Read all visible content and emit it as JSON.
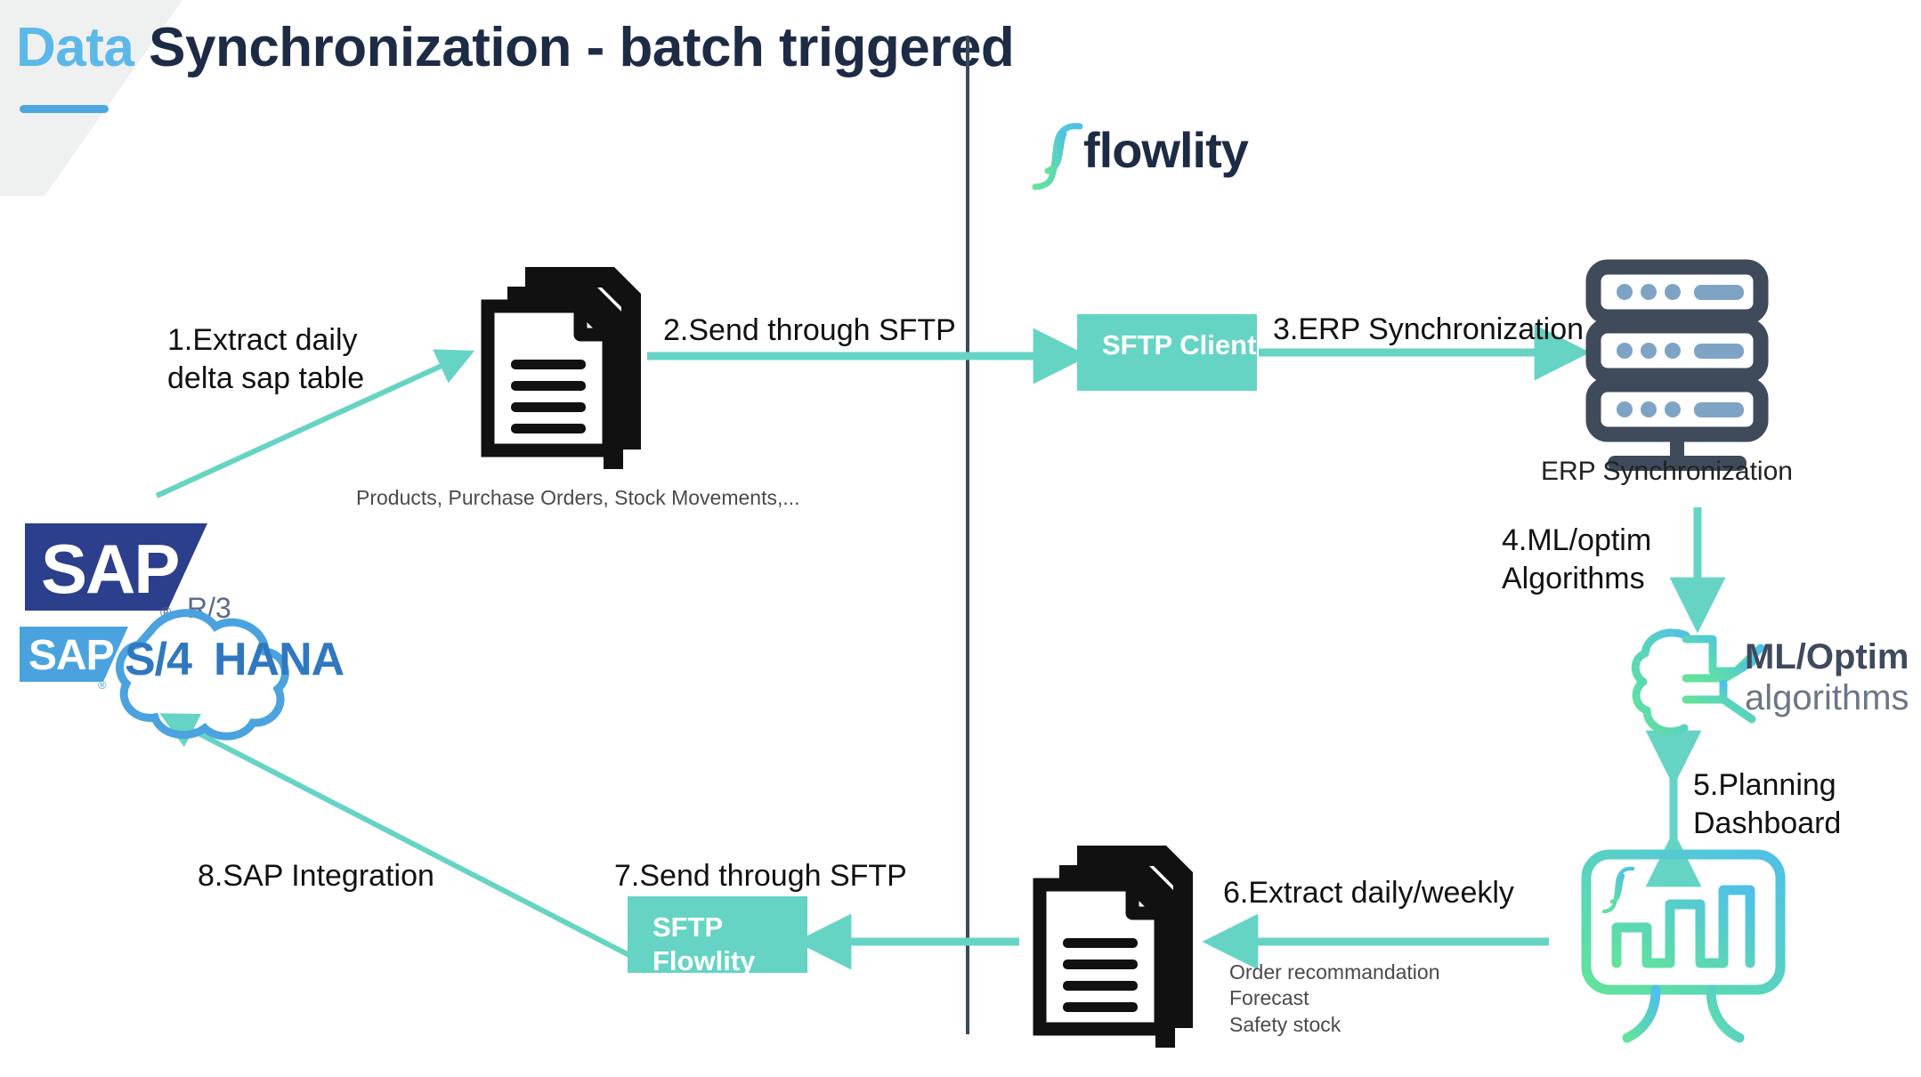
{
  "slide": {
    "title_accent": "Data",
    "title_rest": " Synchronization - batch triggered",
    "brand_logo_word": "flowlity"
  },
  "colors": {
    "accent_blue": "#5cb8e8",
    "title_navy": "#1d2b45",
    "teal": "#66d4c4",
    "divider": "#3c4a5e",
    "server_gray": "#3f4a5a",
    "server_blue": "#7fa3c4",
    "sap_dark_blue": "#2b3f8c",
    "sap_light_blue": "#4aa3de",
    "gradient_green": "#62e39a",
    "gradient_blue": "#4fc0e8"
  },
  "steps": [
    {
      "id": "step1",
      "label": "1.Extract daily\ndelta sap table"
    },
    {
      "id": "step2",
      "label": "2.Send through SFTP"
    },
    {
      "id": "step3",
      "label": "3.ERP Synchronization"
    },
    {
      "id": "step4",
      "label": "4.ML/optim\nAlgorithms"
    },
    {
      "id": "step5",
      "label": "5.Planning\nDashboard"
    },
    {
      "id": "step6",
      "label": "6.Extract daily/weekly"
    },
    {
      "id": "step7",
      "label": "7.Send through SFTP"
    },
    {
      "id": "step8",
      "label": "8.SAP Integration"
    }
  ],
  "boxes": {
    "sftp_client": "SFTP\nClient",
    "sftp_flowlity": "SFTP\nFlowlity"
  },
  "captions": {
    "documents_top": "Products, Purchase Orders, Stock Movements,...",
    "erp_server": "ERP Synchronization",
    "extract_outputs": "Order recommandation\nForecast\nSafety stock"
  },
  "ml_block": {
    "line1": "ML/Optim",
    "line2": "algorithms"
  },
  "sap": {
    "logo1_word": "SAP",
    "logo1_reg": "®",
    "logo1_suffix": "R/3",
    "logo2_word": "SAP",
    "logo2_reg": "®",
    "logo2_suffix": "S/4 HANA"
  },
  "dashboard": {
    "logo_word": "flowlity"
  },
  "icons": [
    "documents-stack-icon",
    "server-rack-icon",
    "brain-circuit-icon",
    "dashboard-chart-icon",
    "flowlity-mark-icon",
    "sap-logo-icon",
    "cloud-icon",
    "arrow-icon"
  ]
}
